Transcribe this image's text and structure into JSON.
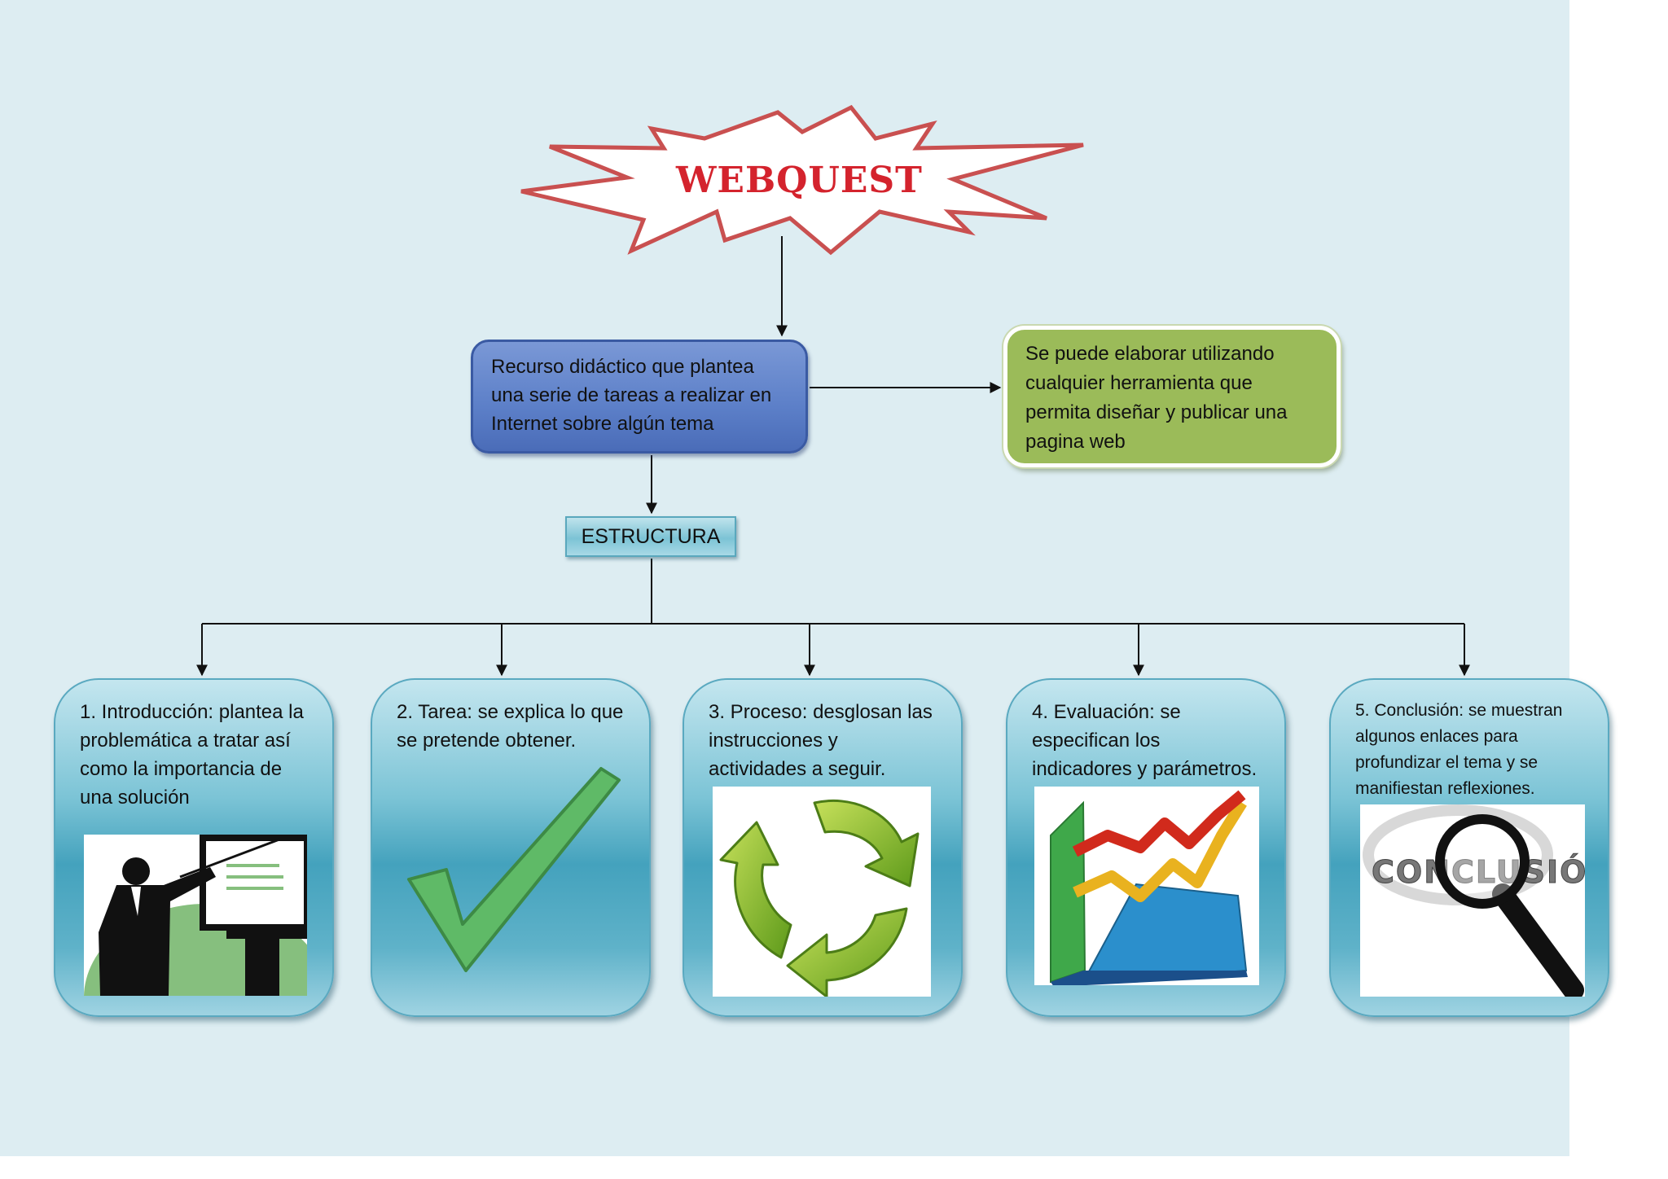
{
  "title": "WEBQUEST",
  "definition": "Recurso didáctico que plantea una serie de tareas a realizar en Internet sobre algún tema",
  "tools_note": "Se puede elaborar utilizando cualquier herramienta que permita diseñar y publicar una pagina web",
  "structure_label": "ESTRUCTURA",
  "steps": [
    {
      "text": "1. Introducción: plantea la problemática a tratar así como la importancia de una solución",
      "icon": "presenter-icon"
    },
    {
      "text": "2. Tarea: se explica lo que se pretende obtener.",
      "icon": "checkmark-icon"
    },
    {
      "text": "3. Proceso: desglosan las instrucciones y actividades a seguir.",
      "icon": "recycle-arrows-icon"
    },
    {
      "text": "4. Evaluación: se especifican los indicadores y parámetros.",
      "icon": "line-chart-icon"
    },
    {
      "text": "5. Conclusión: se muestran algunos enlaces para profundizar el tema y se manifiestan reflexiones.",
      "icon": "magnifier-icon"
    }
  ],
  "conclusion_image_text": "CONCLUSIÓ",
  "colors": {
    "background": "#ddedf2",
    "title_red": "#d4232d",
    "definition_blue": "#5c7fc8",
    "tools_green": "#9bbb59",
    "card_teal": "#44a2bd"
  }
}
